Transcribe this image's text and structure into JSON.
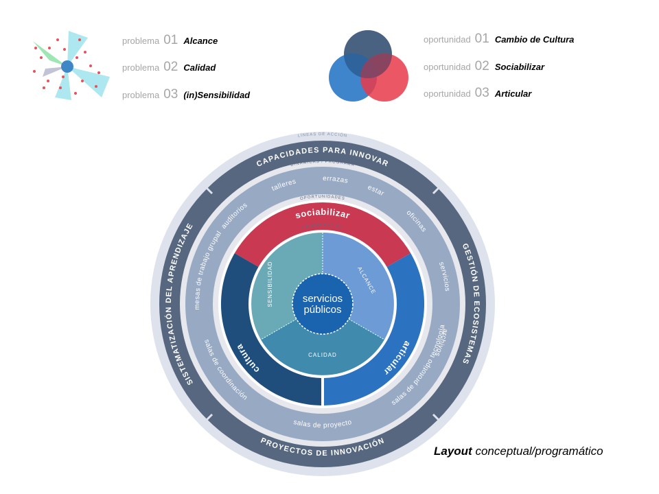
{
  "colors": {
    "outer_pale": "#dde2ec",
    "dark_band": "#56677f",
    "gap_band": "#e6e8ee",
    "program_band": "#98a9c4",
    "white": "#ffffff",
    "red": "#c93a52",
    "blue": "#2b72c0",
    "navy": "#1f4e7d",
    "teal": "#6aaab6",
    "sky": "#6c9bd5",
    "cyan": "#3f8aad",
    "center": "#1a63ae",
    "venn_top": "#2e4a6e",
    "venn_left": "#2a78c6",
    "venn_right": "#e83a49"
  },
  "problems": [
    {
      "kind": "problema",
      "num": "01",
      "label": "Alcance"
    },
    {
      "kind": "problema",
      "num": "02",
      "label": "Calidad"
    },
    {
      "kind": "problema",
      "num": "03",
      "label": "(in)Sensibilidad"
    }
  ],
  "opportunities": [
    {
      "kind": "oportunidad",
      "num": "01",
      "label": "Cambio de Cultura"
    },
    {
      "kind": "oportunidad",
      "num": "02",
      "label": "Sociabilizar"
    },
    {
      "kind": "oportunidad",
      "num": "03",
      "label": "Articular"
    }
  ],
  "diagram": {
    "ring_labels": {
      "lineas": "LÍNEAS DE ACCIÓN",
      "dinamicas": "DINÁMICAS / PROGRAMA",
      "oportunidades": "OPORTUNIDADES",
      "problematica": "PROBLEMÁTICA"
    },
    "action_lines": {
      "top": "CAPACIDADES PARA INNOVAR",
      "right": "GESTIÓN DE ECOSISTEMAS",
      "bottom": "PROYECTOS DE INNOVACIÓN",
      "left": "SISTEMATIZACIÓN DEL APRENDIZAJE"
    },
    "program": {
      "talleres": "talleres",
      "terrazas": "terrazas",
      "estar": "estar",
      "oficinas": "oficinas",
      "servicios": "servicios",
      "archivos": "archivos",
      "salas_coordinacion": "salas de coordinación",
      "salas_proyecto": "salas de proyecto",
      "salas_prototipo": "salas de prototipo tecnología",
      "mesas": "mesas de trabajo grupal",
      "auditorios": "auditorios"
    },
    "opps": {
      "sociabilizar": "sociabilizar",
      "articular": "articular",
      "cultura": "cultura"
    },
    "problems": {
      "alcance": "ALCANCE",
      "calidad": "CALIDAD",
      "sensibilidad": "SENSIBILIDAD"
    },
    "center": {
      "line1": "servicios",
      "line2": "públicos"
    }
  },
  "caption": {
    "bold": "Layout",
    "rest": " conceptual/programático"
  }
}
